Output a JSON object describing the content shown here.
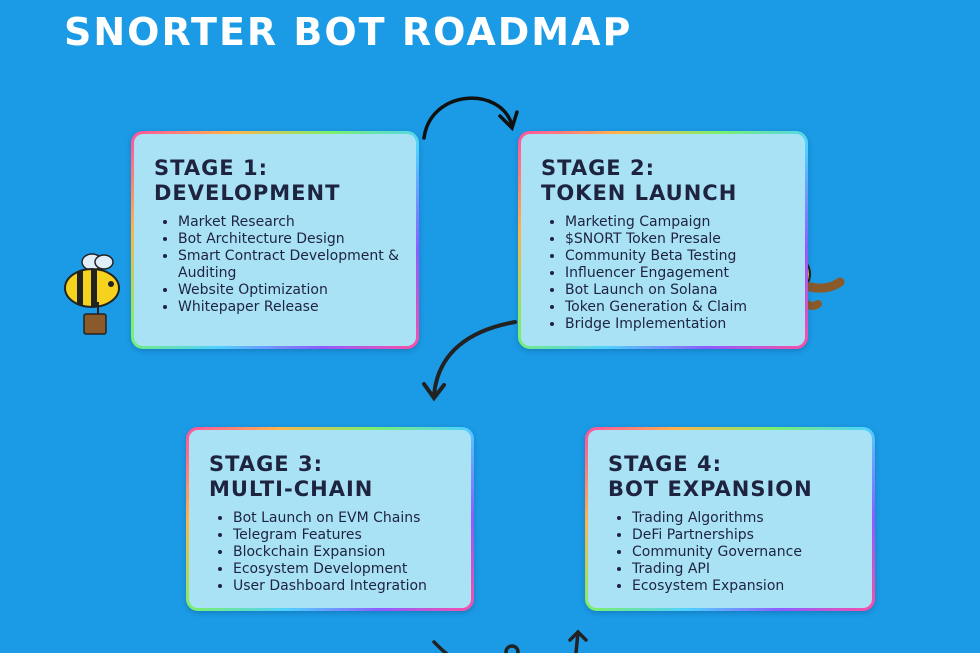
{
  "page": {
    "title": "SNORTER BOT ROADMAP"
  },
  "stages": [
    {
      "heading_line1": "STAGE 1:",
      "heading_line2": "DEVELOPMENT",
      "items": [
        "Market Research",
        "Bot Architecture Design",
        "Smart Contract Development & Auditing",
        "Website Optimization",
        "Whitepaper Release"
      ]
    },
    {
      "heading_line1": "STAGE 2:",
      "heading_line2": "TOKEN LAUNCH",
      "items": [
        "Marketing Campaign",
        "$SNORT Token Presale",
        "Community Beta Testing",
        "Influencer Engagement",
        "Bot Launch on Solana",
        "Token Generation & Claim",
        "Bridge Implementation"
      ]
    },
    {
      "heading_line1": "STAGE 3:",
      "heading_line2": "MULTI-CHAIN",
      "items": [
        "Bot Launch on EVM Chains",
        "Telegram Features",
        "Blockchain Expansion",
        "Ecosystem Development",
        "User Dashboard Integration"
      ]
    },
    {
      "heading_line1": "STAGE 4:",
      "heading_line2": "BOT EXPANSION",
      "items": [
        "Trading Algorithms",
        "DeFi Partnerships",
        "Community Governance",
        "Trading API",
        "Ecosystem Expansion"
      ]
    }
  ],
  "decorations": {
    "bee": "bee-mascot-icon",
    "dog": "dog-mascot-icon",
    "arrows": "curved-arrow-icon"
  }
}
